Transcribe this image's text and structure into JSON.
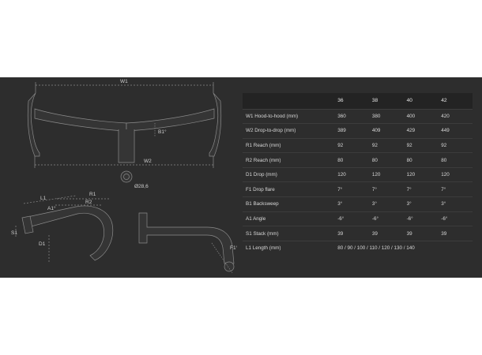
{
  "drawing": {
    "labels": {
      "w1": "W1",
      "w2": "W2",
      "b1": "B1°",
      "diameter": "Ø28,6",
      "l1": "L1",
      "a1": "A1°",
      "r1": "R1",
      "r2": "R2",
      "s1": "S1",
      "d1": "D1",
      "f1": "F1°"
    }
  },
  "table": {
    "header": [
      "",
      "36",
      "38",
      "40",
      "42"
    ],
    "rows": [
      {
        "label": "W1 Hood-to-hood (mm)",
        "values": [
          "360",
          "380",
          "400",
          "420"
        ]
      },
      {
        "label": "W2 Drop-to-drop (mm)",
        "values": [
          "389",
          "409",
          "429",
          "449"
        ]
      },
      {
        "label": "R1 Reach (mm)",
        "values": [
          "92",
          "92",
          "92",
          "92"
        ]
      },
      {
        "label": "R2 Reach (mm)",
        "values": [
          "80",
          "80",
          "80",
          "80"
        ]
      },
      {
        "label": "D1 Drop (mm)",
        "values": [
          "120",
          "120",
          "120",
          "120"
        ]
      },
      {
        "label": "F1 Drop flare",
        "values": [
          "7°",
          "7°",
          "7°",
          "7°"
        ]
      },
      {
        "label": "B1 Backsweep",
        "values": [
          "3°",
          "3°",
          "3°",
          "3°"
        ]
      },
      {
        "label": "A1 Angle",
        "values": [
          "-6°",
          "-6°",
          "-6°",
          "-6°"
        ]
      },
      {
        "label": "S1 Stack (mm)",
        "values": [
          "39",
          "39",
          "39",
          "39"
        ]
      }
    ],
    "length_row": {
      "label": "L1 Length (mm)",
      "value": "80 / 90 / 100 / 110 / 120 / 130 / 140"
    }
  }
}
